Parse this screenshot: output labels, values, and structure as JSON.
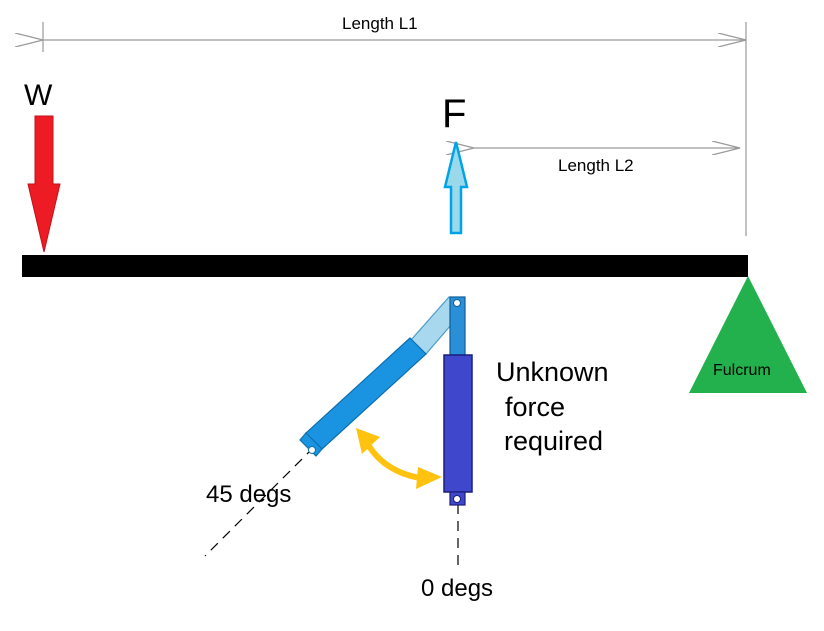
{
  "labels": {
    "length_l1": "Length L1",
    "length_l2": "Length L2",
    "weight": "W",
    "force": "F",
    "fulcrum": "Fulcrum",
    "unknown_force_line1": "Unknown",
    "unknown_force_line2": "force",
    "unknown_force_line3": "required",
    "angle_45": "45 degs",
    "angle_0": "0 degs"
  },
  "angles_deg": {
    "angled_actuator": 45,
    "vertical_actuator": 0
  },
  "colors": {
    "beam": "#000000",
    "weight_arrow": "#ed1c24",
    "force_arrow_fill": "#99d9ea",
    "force_arrow_stroke": "#00a2e8",
    "fulcrum": "#22b14c",
    "angled_actuator": "#1a94e0",
    "angled_rod": "#a8d8ee",
    "vertical_actuator": "#3f48cc",
    "vertical_rod": "#2a8fd6",
    "angle_arc": "#ffc20e",
    "dimension_line": "#9a9a9a"
  }
}
